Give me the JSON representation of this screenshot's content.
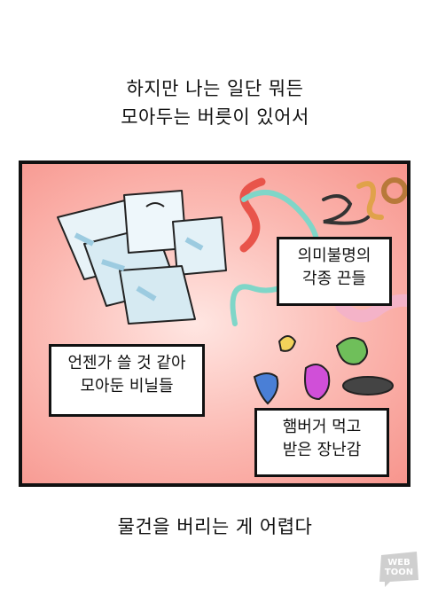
{
  "narration": {
    "top_line1": "하지만 나는 일단 뭐든",
    "top_line2": "모아두는 버릇이 있어서",
    "bottom": "물건을 버리는 게 어렵다"
  },
  "captions": {
    "strings": {
      "line1": "의미불명의",
      "line2": "각종 끈들"
    },
    "bags": {
      "line1": "언젠가 쓸 것 같아",
      "line2": "모아둔 비닐들"
    },
    "toys": {
      "line1": "햄버거 먹고",
      "line2": "받은 장난감"
    }
  },
  "logo": {
    "line1": "WEB",
    "line2": "TOON"
  },
  "colors": {
    "panel_bg": "#fbb7b0",
    "ribbon_red": "#e8544a",
    "ribbon_teal": "#7fd6c8",
    "bag_blue": "#c9e4f0"
  }
}
